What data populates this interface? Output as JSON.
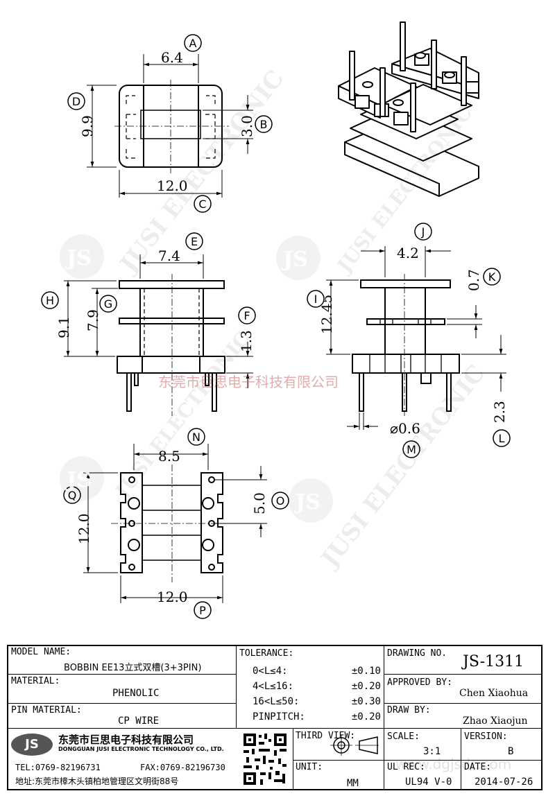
{
  "dims": {
    "a": "6.4",
    "b": "3.0",
    "c": "12.0",
    "d": "9.9",
    "e": "7.4",
    "f": "1.3",
    "g": "7.9",
    "h": "9.1",
    "i": "12.45",
    "j": "4.2",
    "k": "0.7",
    "l": "2.3",
    "m": "⌀0.6",
    "n": "8.5",
    "o": "5.0",
    "p": "12.0",
    "q": "12.0"
  },
  "callouts": [
    "A",
    "B",
    "C",
    "D",
    "E",
    "F",
    "G",
    "H",
    "I",
    "J",
    "K",
    "L",
    "M",
    "N",
    "O",
    "P",
    "Q"
  ],
  "watermark": {
    "company_cn": "东莞市巨思电子科技有限公司",
    "brand": "JUSI ELECTRONIC",
    "logo": "JS",
    "site": "www.dgjsdz.com"
  },
  "titleblock": {
    "model_label": "MODEL NAME:",
    "model_value": "BOBBIN EE13立式双槽(3+3PIN)",
    "material_label": "MATERIAL:",
    "material_value": "PHENOLIC",
    "pin_label": "PIN MATERIAL:",
    "pin_value": "CP WIRE",
    "tolerance_label": "TOLERANCE:",
    "tolerances": [
      {
        "range": "0<L≤4:",
        "tol": "±0.10"
      },
      {
        "range": "4<L≤16:",
        "tol": "±0.20"
      },
      {
        "range": "16<L≤50:",
        "tol": "±0.30"
      },
      {
        "range": "PINPITCH:",
        "tol": "±0.20"
      }
    ],
    "drawing_no_label": "DRAWING NO.",
    "drawing_no": "JS-1311",
    "approved_label": "APPROVED BY:",
    "approved_value": "Chen Xiaohua",
    "draw_label": "DRAW BY:",
    "draw_value": "Zhao Xiaojun",
    "company_cn": "东莞市巨思电子科技有限公司",
    "company_en": "DONGGUAN JUSI ELECTRONIC TECHNOLOGY CO., LTD.",
    "tel": "TEL:0769-82196731",
    "fax": "FAX:0769-82196730",
    "address": "地址:东莞市樟木头镇柏地管理区文明街88号",
    "third_view_label": "THIRD VIEW:",
    "unit_label": "UNIT:",
    "unit_value": "MM",
    "scale_label": "SCALE:",
    "scale_value": "3:1",
    "version_label": "VERSION:",
    "version_value": "B",
    "ul_label": "UL REC:",
    "ul_value": "UL94 V-0",
    "date_label": "DATE:",
    "date_value": "2014-07-26"
  }
}
